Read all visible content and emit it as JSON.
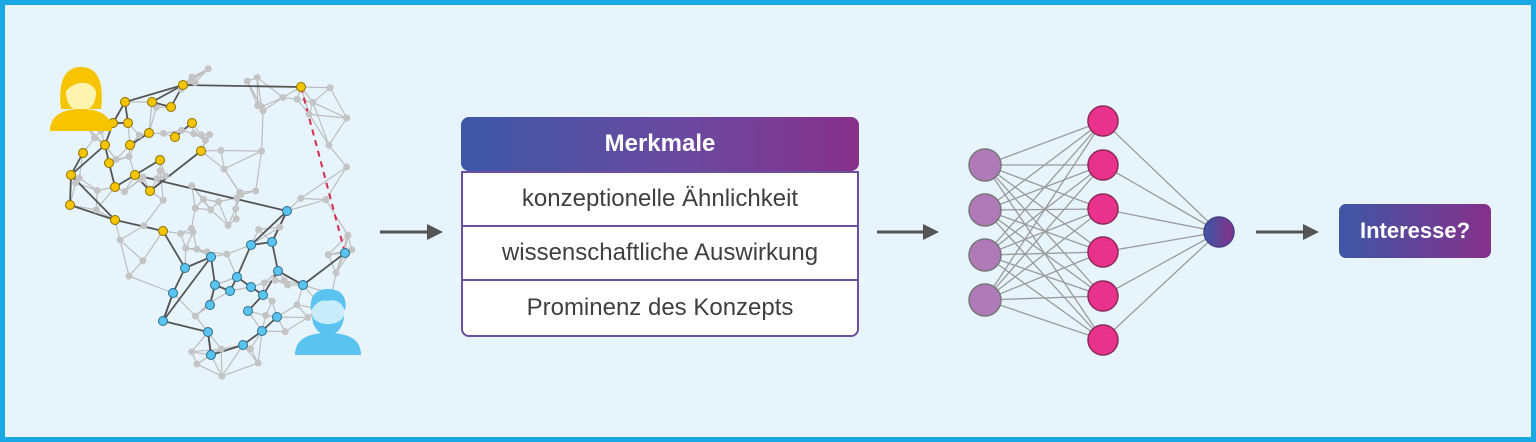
{
  "features": {
    "title": "Merkmale",
    "items": [
      "konzeptionelle Ähnlichkeit",
      "wissenschaftliche Auswirkung",
      "Prominenz des Konzepts"
    ]
  },
  "result": {
    "label": "Interesse?"
  },
  "colors": {
    "frame_border": "#1aa7e4",
    "background": "#e8f4fc",
    "researcher_a": "#f7c400",
    "researcher_b": "#5bc3ef",
    "network_gray": "#bdbdbd",
    "input_neuron": "#b07ab8",
    "hidden_neuron": "#e8328c",
    "output_neuron": "#5a4a9e",
    "link_dashed": "#d62a4a",
    "gradient_start": "#3d57a6",
    "gradient_end": "#863089"
  },
  "icons": {
    "researcher_a": "woman-icon",
    "researcher_b": "man-icon"
  }
}
